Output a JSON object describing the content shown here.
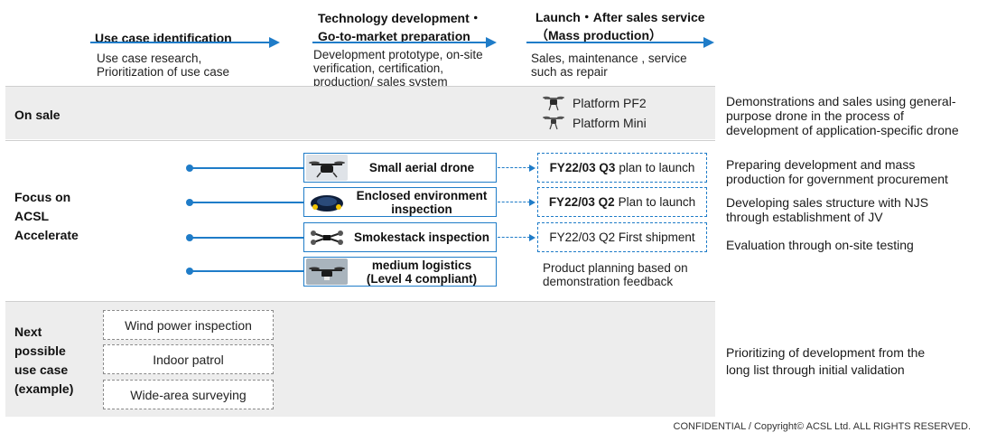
{
  "stages": [
    {
      "title_lines": [
        "Use case identification"
      ],
      "desc_lines": [
        "Use case research,",
        "Prioritization of use case"
      ]
    },
    {
      "title_lines": [
        "Technology development・",
        "Go-to-market preparation"
      ],
      "desc_lines": [
        "Development prototype, on-site",
        "verification, certification,",
        "production/ sales system"
      ]
    },
    {
      "title_lines": [
        "Launch・After sales service",
        "（Mass production）"
      ],
      "desc_lines": [
        "Sales, maintenance , service",
        "such as repair"
      ]
    }
  ],
  "rows": {
    "on_sale": {
      "label_lines": [
        "On sale"
      ]
    },
    "focus": {
      "label_lines": [
        "Focus on",
        "ACSL",
        "Accelerate"
      ]
    },
    "next": {
      "label_lines": [
        "Next",
        "possible",
        "use case",
        "(example)"
      ]
    }
  },
  "on_sale_products": [
    "Platform PF2",
    "Platform Mini"
  ],
  "on_sale_note": [
    "Demonstrations and sales using general-",
    "purpose drone in the process of",
    "development of application-specific drone"
  ],
  "focus_products": [
    {
      "name_lines": [
        "Small aerial drone"
      ],
      "status_bold": "FY22/03 Q3",
      "status_text": "plan to launch",
      "note_lines": [
        "Preparing development and mass",
        "production for government procurement"
      ]
    },
    {
      "name_lines": [
        "Enclosed environment",
        "inspection"
      ],
      "status_bold": "FY22/03 Q2",
      "status_text": "Plan to launch",
      "note_lines": [
        "Developing sales structure with NJS",
        "through establishment of JV"
      ]
    },
    {
      "name_lines": [
        "Smokestack inspection"
      ],
      "status_bold": "",
      "status_text": "FY22/03 Q2 First shipment",
      "note_lines": [
        "Evaluation through on-site testing"
      ]
    },
    {
      "name_lines": [
        "medium logistics",
        "(Level 4 compliant)"
      ],
      "plan_lines": [
        "Product planning based on",
        "demonstration feedback"
      ]
    }
  ],
  "next_use_cases": [
    "Wind power inspection",
    "Indoor patrol",
    "Wide-area surveying"
  ],
  "next_note": [
    "Prioritizing of development from the",
    "long list through initial validation"
  ],
  "footer": "CONFIDENTIAL /  Copyright© ACSL Ltd. ALL RIGHTS RESERVED.",
  "colors": {
    "accent": "#1f7cc8",
    "band": "#ededed",
    "dashed_gray": "#8a8a8a"
  },
  "icons": [
    "drone-icon",
    "drone-thumbnail"
  ]
}
